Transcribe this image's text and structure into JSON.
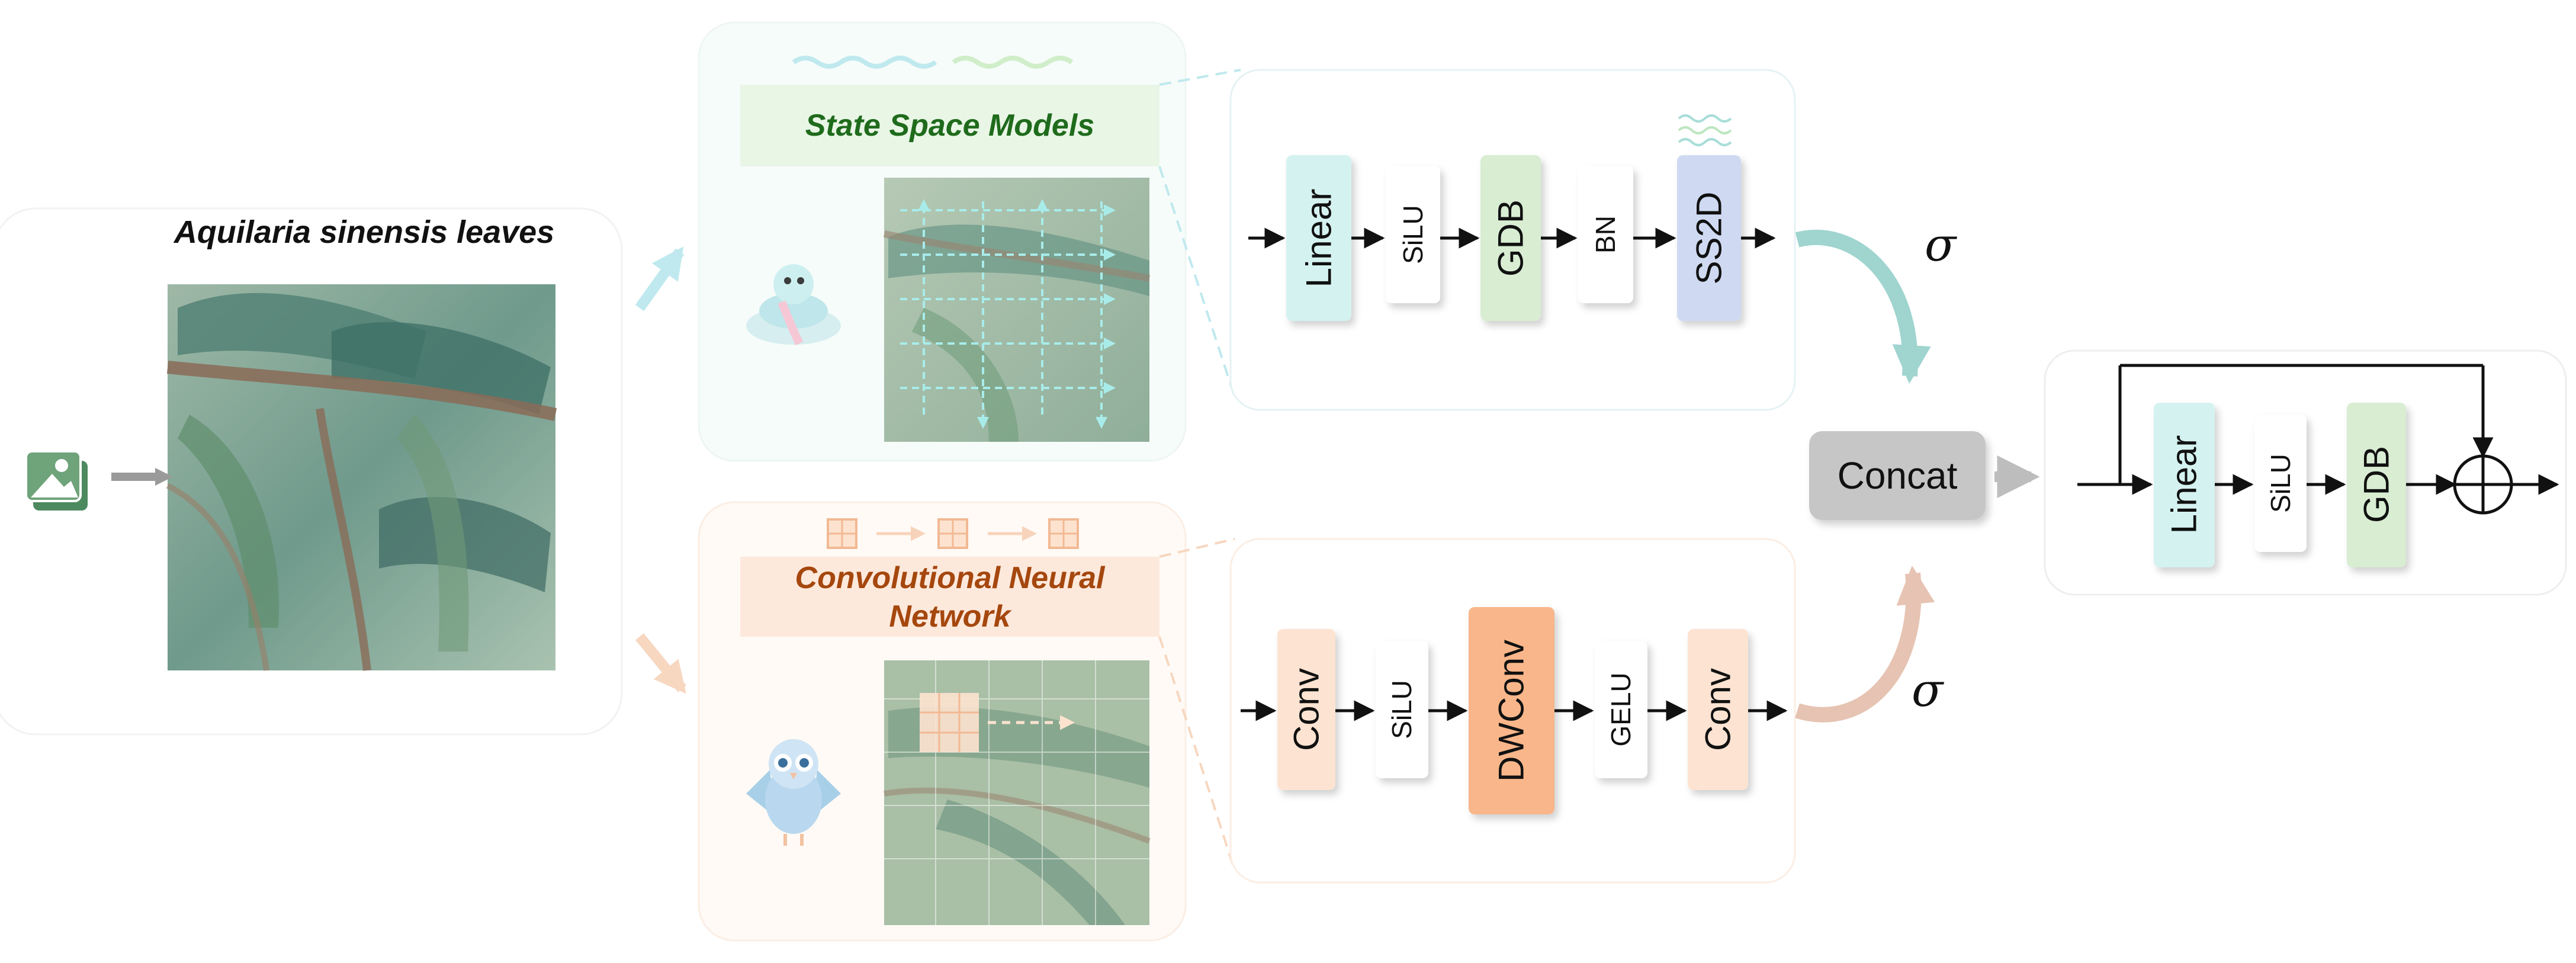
{
  "input_panel": {
    "title": "Aquilaria sinensis leaves"
  },
  "ssm_branch": {
    "title": "State Space Models"
  },
  "cnn_branch": {
    "title_line1": "Convolutional Neural",
    "title_line2": "Network"
  },
  "ssm_block": {
    "linear": "Linear",
    "silu": "SiLU",
    "gdb": "GDB",
    "bn": "BN",
    "ss2d": "SS2D"
  },
  "cnn_block": {
    "conv1": "Conv",
    "silu": "SiLU",
    "dwconv": "DWConv",
    "gelu": "GELU",
    "conv2": "Conv"
  },
  "gates": {
    "top": "σ",
    "bottom": "σ"
  },
  "concat": {
    "label": "Concat"
  },
  "output_block": {
    "linear": "Linear",
    "silu": "SiLU",
    "gdb": "GDB"
  },
  "colors": {
    "linear": "#d4f2f0",
    "silu": "#ffffff",
    "gdb": "#d8edd2",
    "bn": "#ffffff",
    "ss2d": "#cfdaf2",
    "conv": "#fde3d2",
    "dwconv": "#f8b68a",
    "gelu": "#ffffff",
    "concat": "#c6c6c6",
    "ssm_title": "#1f6b1c",
    "cnn_title": "#a5470e"
  },
  "icons": [
    "gallery-icon",
    "snake-mascot-icon",
    "owl-mascot-icon",
    "grid-patch-icon",
    "wave-icon",
    "oplus-icon"
  ]
}
